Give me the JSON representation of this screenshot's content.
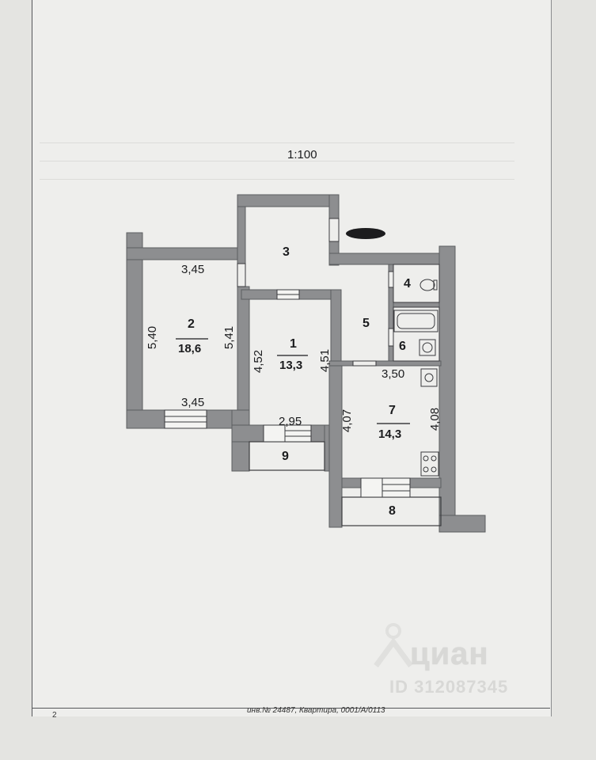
{
  "scale": "1:100",
  "page_number": "2",
  "footer_inventory": "инв.№ 24487, Квартира, 0001/A/0113",
  "watermark": {
    "brand": "циан",
    "id": "ID 312087345"
  },
  "rooms": [
    {
      "number": "1",
      "area": "13,3"
    },
    {
      "number": "2",
      "area": "18,6"
    },
    {
      "number": "3"
    },
    {
      "number": "4"
    },
    {
      "number": "5"
    },
    {
      "number": "6"
    },
    {
      "number": "7",
      "area": "14,3"
    },
    {
      "number": "8"
    },
    {
      "number": "9"
    }
  ],
  "dimensions": {
    "room2_top": "3,45",
    "room2_bottom": "3,45",
    "room2_left": "5,40",
    "room2_right": "5,41",
    "room1_left": "4,52",
    "room1_right": "4,51",
    "room1_bottom": "2,95",
    "room7_top": "3,50",
    "room7_left": "4,07",
    "room7_right": "4,08"
  },
  "colors": {
    "wall": "#8d8e90",
    "wall_edge": "#5c5d60",
    "paper": "#eeeeec"
  }
}
